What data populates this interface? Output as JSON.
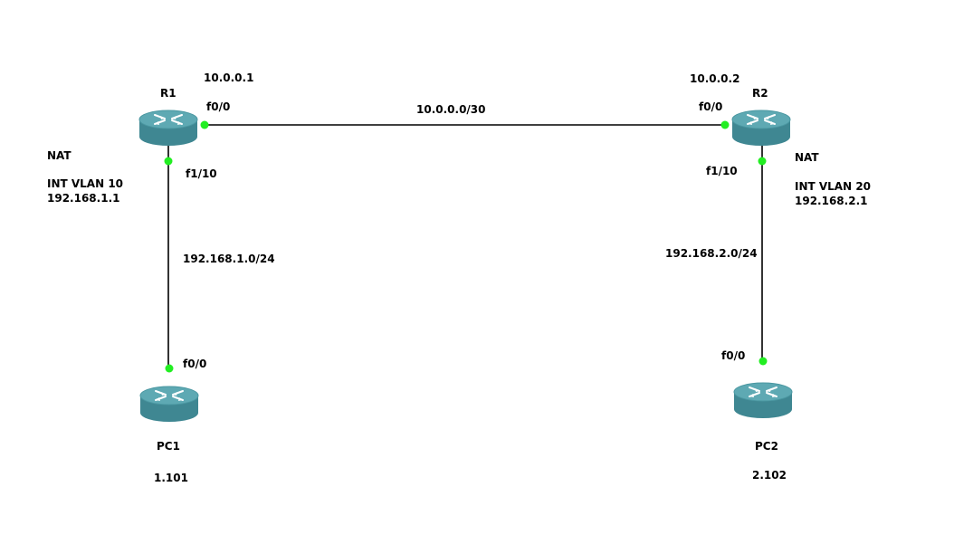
{
  "colors": {
    "link": "#000000",
    "port_dot": "#22ee22",
    "router_top": "#5ea9b3",
    "router_side": "#3f8792",
    "router_mark": "#ffffff",
    "background": "#ffffff"
  },
  "nodes": {
    "r1": {
      "name": "R1",
      "icon": "router-icon"
    },
    "r2": {
      "name": "R2",
      "icon": "router-icon"
    },
    "pc1": {
      "name": "PC1",
      "icon": "router-icon"
    },
    "pc2": {
      "name": "PC2",
      "icon": "router-icon"
    }
  },
  "interfaces": {
    "r1_f00": "f0/0",
    "r1_f110": "f1/10",
    "r2_f00": "f0/0",
    "r2_f110": "f1/10",
    "pc1_f00": "f0/0",
    "pc2_f00": "f0/0"
  },
  "addresses": {
    "r1_wan_ip": "10.0.0.1",
    "r2_wan_ip": "10.0.0.2",
    "wan_subnet": "10.0.0.0/30",
    "lan1_subnet": "192.168.1.0/24",
    "lan2_subnet": "192.168.2.0/24",
    "pc1_ip": "1.101",
    "pc2_ip": "2.102"
  },
  "r1_notes": {
    "nat": "NAT",
    "vlan": "INT VLAN 10",
    "vlan_ip": "192.168.1.1"
  },
  "r2_notes": {
    "nat": "NAT",
    "vlan": "INT VLAN 20",
    "vlan_ip": "192.168.2.1"
  }
}
